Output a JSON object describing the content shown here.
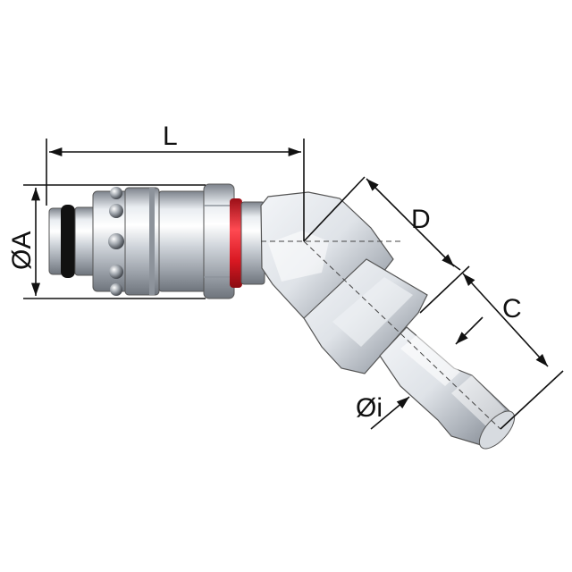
{
  "dimensions": {
    "L": "L",
    "A": "ØA",
    "D": "D",
    "C": "C",
    "i": "Øi"
  },
  "colors": {
    "metal_light": "#f4f6f8",
    "metal_mid": "#c9ced4",
    "metal_dark": "#8a9099",
    "seal_red": "#e0202c",
    "oring_black": "#111111",
    "line": "#111111"
  }
}
